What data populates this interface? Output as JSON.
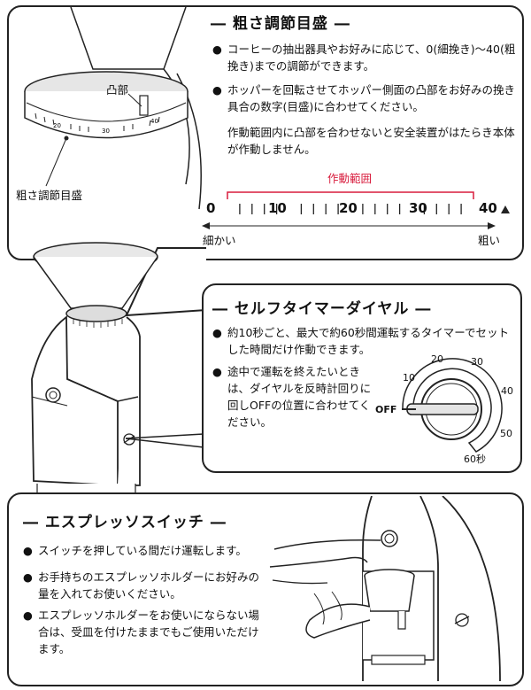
{
  "grind": {
    "heading": "― 粗さ調節目盛 ―",
    "bullets": [
      "コーヒーの抽出器具やお好みに応じて、0(細挽き)～40(粗挽き)までの調節ができます。",
      "ホッパーを回転させてホッパー側面の凸部をお好みの挽き具合の数字(目盛)に合わせてください。"
    ],
    "note": "作動範囲内に凸部を合わせないと安全装置がはたらき本体が作動しません。",
    "callout_protrusion": "凸部",
    "callout_scale": "粗さ調節目盛",
    "range_label": "作動範囲",
    "scale_labels": [
      "0",
      "10",
      "20",
      "30",
      "40"
    ],
    "fine_label": "細かい",
    "coarse_label": "粗い",
    "ring_numbers": [
      "20",
      "30",
      "40"
    ],
    "range_color": "#d81b3c"
  },
  "timer": {
    "heading": "― セルフタイマーダイヤル ―",
    "bullets": [
      "約10秒ごと、最大で約60秒間運転するタイマーでセットした時間だけ作動できます。",
      "途中で運転を終えたいときは、ダイヤルを反時計回りに回しOFFの位置に合わせてください。"
    ],
    "dial_labels": [
      "OFF",
      "10",
      "20",
      "30",
      "40",
      "50",
      "60秒"
    ]
  },
  "espresso": {
    "heading": "― エスプレッソスイッチ ―",
    "bullets": [
      "スイッチを押している間だけ運転します。",
      "お手持ちのエスプレッソホルダーにお好みの量を入れてお使いください。",
      "エスプレッソホルダーをお使いにならない場合は、受皿を付けたままでもご使用いただけます。"
    ]
  },
  "bullet_symbol": "●"
}
